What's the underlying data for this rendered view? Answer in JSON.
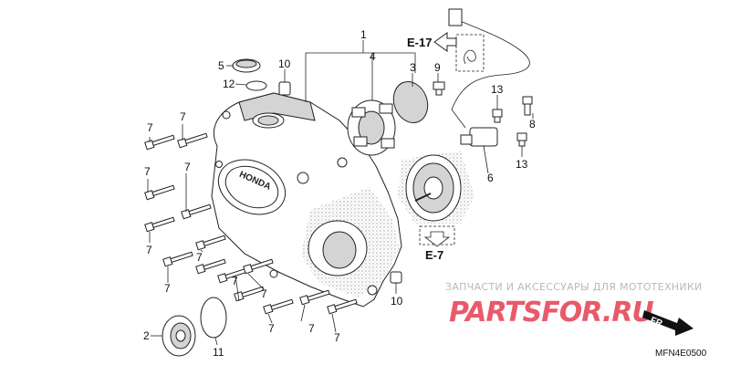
{
  "diagram": {
    "callouts": [
      "1",
      "2",
      "3",
      "4",
      "5",
      "6",
      "7",
      "8",
      "9",
      "10",
      "11",
      "12",
      "13"
    ],
    "ref_e17": "E-17",
    "ref_e7": "E-7",
    "cover_brand": "HONDA",
    "watermark_text": "ЗАПЧАСТИ И АКСЕССУАРЫ ДЛЯ МОТОТЕХНИКИ",
    "watermark_logo": "PARTSFOR.RU",
    "front_label": "FR.",
    "figure_code": "MFN4E0500",
    "colors": {
      "line": "#222222",
      "shade": "#bdbdbd",
      "logo": "#e85a6a",
      "arrow": "#111111"
    }
  }
}
